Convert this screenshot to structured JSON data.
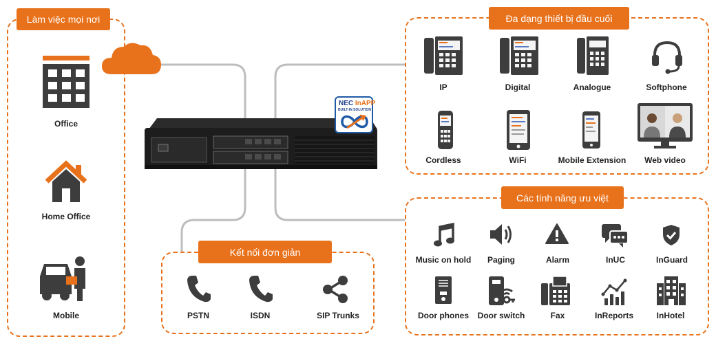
{
  "sections": {
    "work_anywhere": {
      "title": "Làm việc mọi nơi",
      "items": [
        "Office",
        "Home Office",
        "Mobile"
      ]
    },
    "devices": {
      "title": "Đa dạng thiết bị đầu cuối",
      "items": [
        "IP",
        "Digital",
        "Analogue",
        "Softphone",
        "Cordless",
        "WiFi",
        "Mobile Extension",
        "Web video"
      ]
    },
    "features": {
      "title": "Các tính năng ưu việt",
      "items": [
        "Music on hold",
        "Paging",
        "Alarm",
        "InUC",
        "InGuard",
        "Door phones",
        "Door switch",
        "Fax",
        "InReports",
        "InHotel"
      ]
    },
    "connect": {
      "title": "Kết nối đơn giản",
      "items": [
        "PSTN",
        "ISDN",
        "SIP Trunks"
      ]
    }
  },
  "logo": {
    "brand": "NEC",
    "product": "InAPP",
    "subtitle": "BUILT-IN SOLUTION"
  },
  "icons": {
    "work_anywhere": [
      "building-icon",
      "house-icon",
      "car-person-icon"
    ],
    "devices": [
      "ip-phone-icon",
      "digital-phone-icon",
      "analogue-phone-icon",
      "headset-icon",
      "cordless-phone-icon",
      "wifi-phone-icon",
      "mobile-icon",
      "video-monitor-icon"
    ],
    "features": [
      "music-note-icon",
      "speaker-icon",
      "alert-icon",
      "chat-icon",
      "shield-check-icon",
      "door-phone-icon",
      "door-switch-icon",
      "fax-icon",
      "reports-icon",
      "hotel-icon"
    ],
    "connect": [
      "phone-handset-icon",
      "phone-handset-icon",
      "share-icon"
    ]
  },
  "colors": {
    "accent": "#e8721c",
    "icon": "#3d3d3d",
    "line": "#bdbdbd"
  }
}
